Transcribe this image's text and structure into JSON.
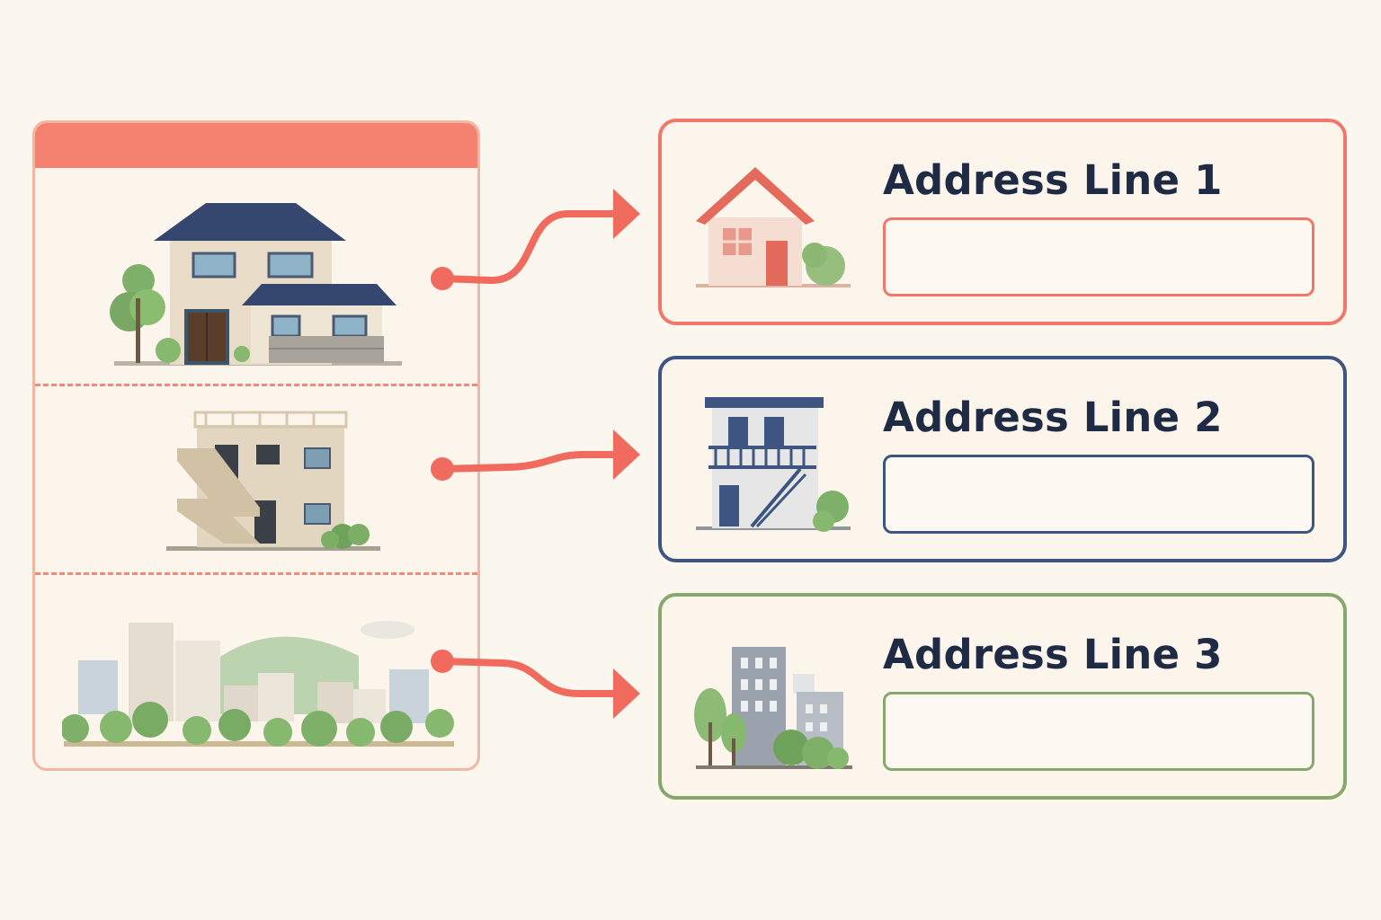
{
  "address_lines": [
    {
      "label": "Address Line 1",
      "value": "",
      "accent": "#f0776a"
    },
    {
      "label": "Address Line 2",
      "value": "",
      "accent": "#3d5580"
    },
    {
      "label": "Address Line 3",
      "value": "",
      "accent": "#86a86d"
    }
  ],
  "colors": {
    "background": "#fcf7ee",
    "panel_header": "#f58270",
    "panel_border": "#f2b6a4",
    "arrow": "#f16a5e",
    "title_text": "#1f2a44"
  },
  "left_panel": {
    "scenes": [
      {
        "icon": "detached-house-icon"
      },
      {
        "icon": "apartment-building-icon"
      },
      {
        "icon": "city-skyline-icon"
      }
    ]
  },
  "cards": [
    {
      "icon": "house-icon"
    },
    {
      "icon": "apartment-icon"
    },
    {
      "icon": "city-building-icon"
    }
  ]
}
